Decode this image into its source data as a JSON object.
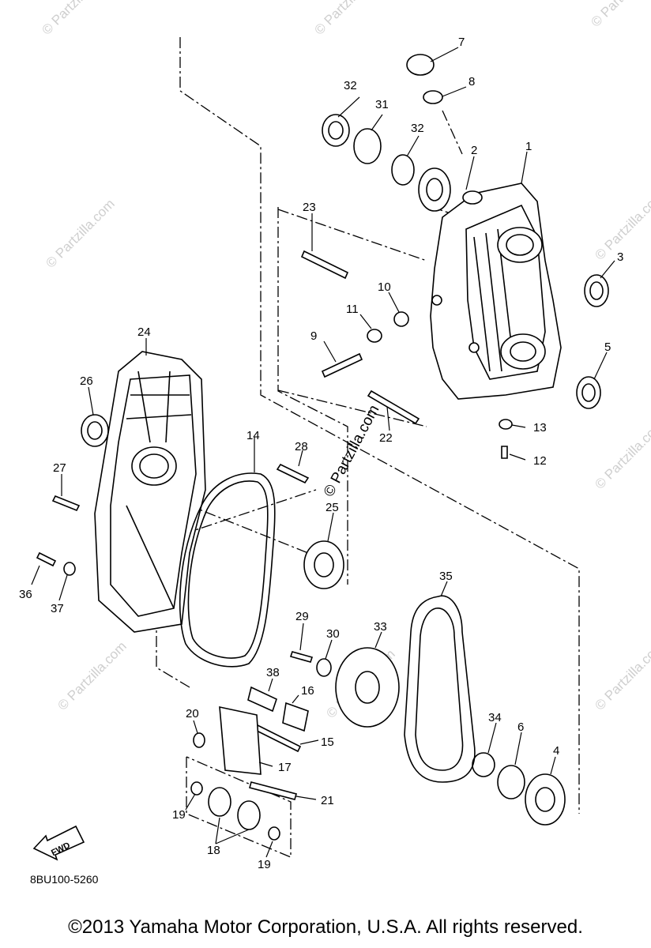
{
  "labels": {
    "p1": "1",
    "p2": "2",
    "p3": "3",
    "p4": "4",
    "p5": "5",
    "p6": "6",
    "p7": "7",
    "p8": "8",
    "p9": "9",
    "p10": "10",
    "p11": "11",
    "p12": "12",
    "p13": "13",
    "p14": "14",
    "p15": "15",
    "p16": "16",
    "p17": "17",
    "p18": "18",
    "p19a": "19",
    "p19b": "19",
    "p20": "20",
    "p21": "21",
    "p22": "22",
    "p23": "23",
    "p24": "24",
    "p25": "25",
    "p26": "26",
    "p27": "27",
    "p28": "28",
    "p29": "29",
    "p30": "30",
    "p31": "31",
    "p32a": "32",
    "p32b": "32",
    "p33": "33",
    "p34": "34",
    "p35": "35",
    "p36": "36",
    "p37": "37",
    "p38": "38"
  },
  "watermark": {
    "text": "© Partzilla.com",
    "center_text": "© Partzilla.com"
  },
  "fwd_label": "FWD",
  "part_code": "8BU100-5260",
  "copyright": "©2013 Yamaha Motor Corporation, U.S.A. All rights reserved."
}
